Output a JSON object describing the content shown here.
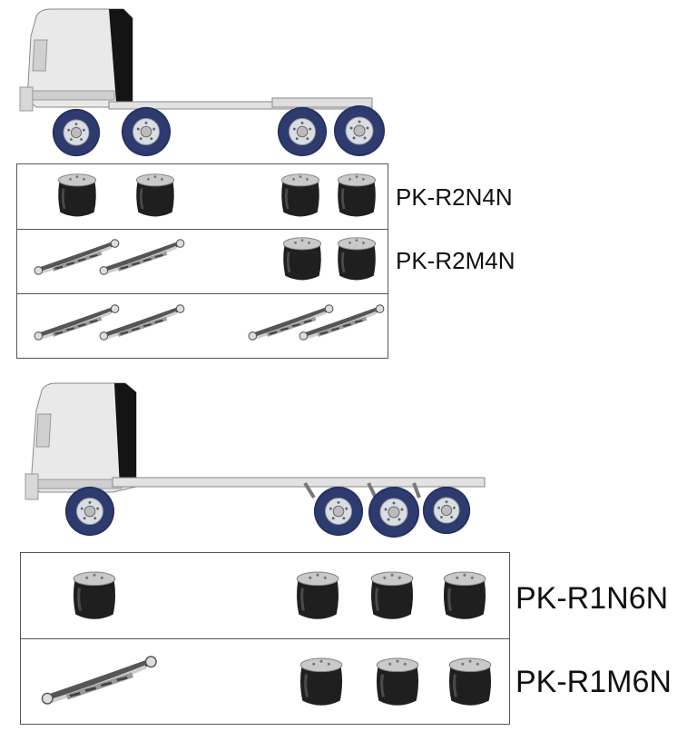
{
  "codes": {
    "r2n4n": "PK-R2N4N",
    "r2m4n": "PK-R2M4N",
    "r1n6n": "PK-R1N6N",
    "r1m6n": "PK-R1M6N"
  },
  "colors": {
    "tyre": "#2d3a68",
    "rim": "#dfe3ea",
    "cab": "#e6e6e6",
    "bellows": "#1e1e1e",
    "border": "#555555"
  }
}
